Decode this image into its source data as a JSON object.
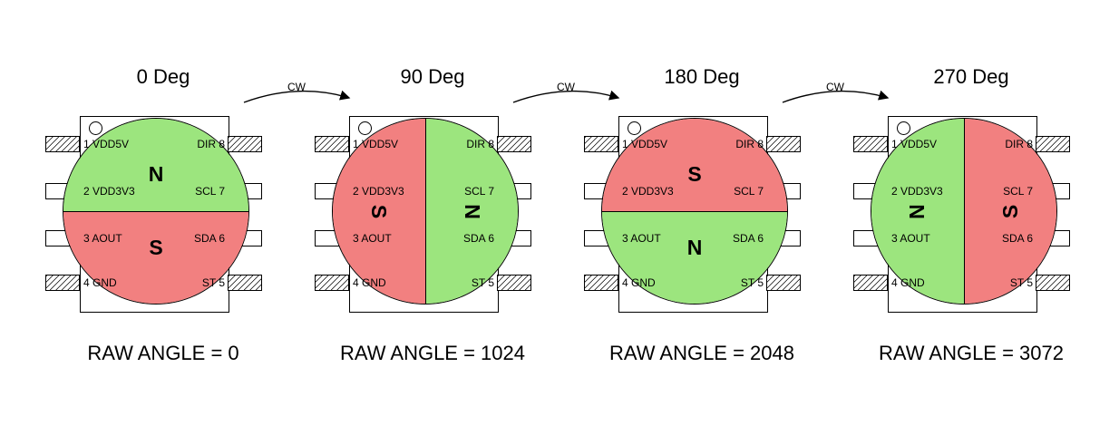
{
  "cw_label": "CW",
  "colors": {
    "north_pole_green": "#9ce57e",
    "south_pole_red": "#f28080",
    "outline": "#000000",
    "background": "#ffffff"
  },
  "pins": {
    "left": [
      "1 VDD5V",
      "2 VDD3V3",
      "3 AOUT",
      "4 GND"
    ],
    "right": [
      "DIR 8",
      "SCL 7",
      "SDA 6",
      "ST 5"
    ]
  },
  "panels": [
    {
      "title": "0 Deg",
      "raw": "RAW ANGLE = 0",
      "pole_a": "N",
      "pole_b": "S"
    },
    {
      "title": "90 Deg",
      "raw": "RAW ANGLE = 1024",
      "pole_a": "S",
      "pole_b": "N"
    },
    {
      "title": "180 Deg",
      "raw": "RAW ANGLE = 2048",
      "pole_a": "S",
      "pole_b": "N"
    },
    {
      "title": "270 Deg",
      "raw": "RAW ANGLE = 3072",
      "pole_a": "N",
      "pole_b": "S"
    }
  ]
}
